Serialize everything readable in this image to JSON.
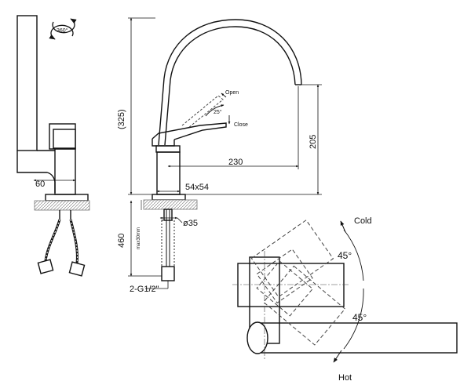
{
  "colors": {
    "stroke": "#111111",
    "hatch": "#9a9a9a",
    "dash": "#444444"
  },
  "labels": {
    "rotation": "360°",
    "dim_height_total": "(325)",
    "dim_spout_height": "205",
    "dim_reach": "230",
    "dim_base": "54x54",
    "dim_side_offset": "60",
    "dim_hose_length": "460",
    "dim_thread": "2-G1/2\"",
    "dim_hole": "ø35",
    "dim_max_thickness": "max30mm",
    "angle_open": "25°",
    "lever_open": "Open",
    "lever_close": "Close",
    "angle_cold": "45°",
    "angle_hot": "45°",
    "cold": "Cold",
    "hot": "Hot"
  },
  "icons": [
    "rotation-arrow-icon"
  ]
}
